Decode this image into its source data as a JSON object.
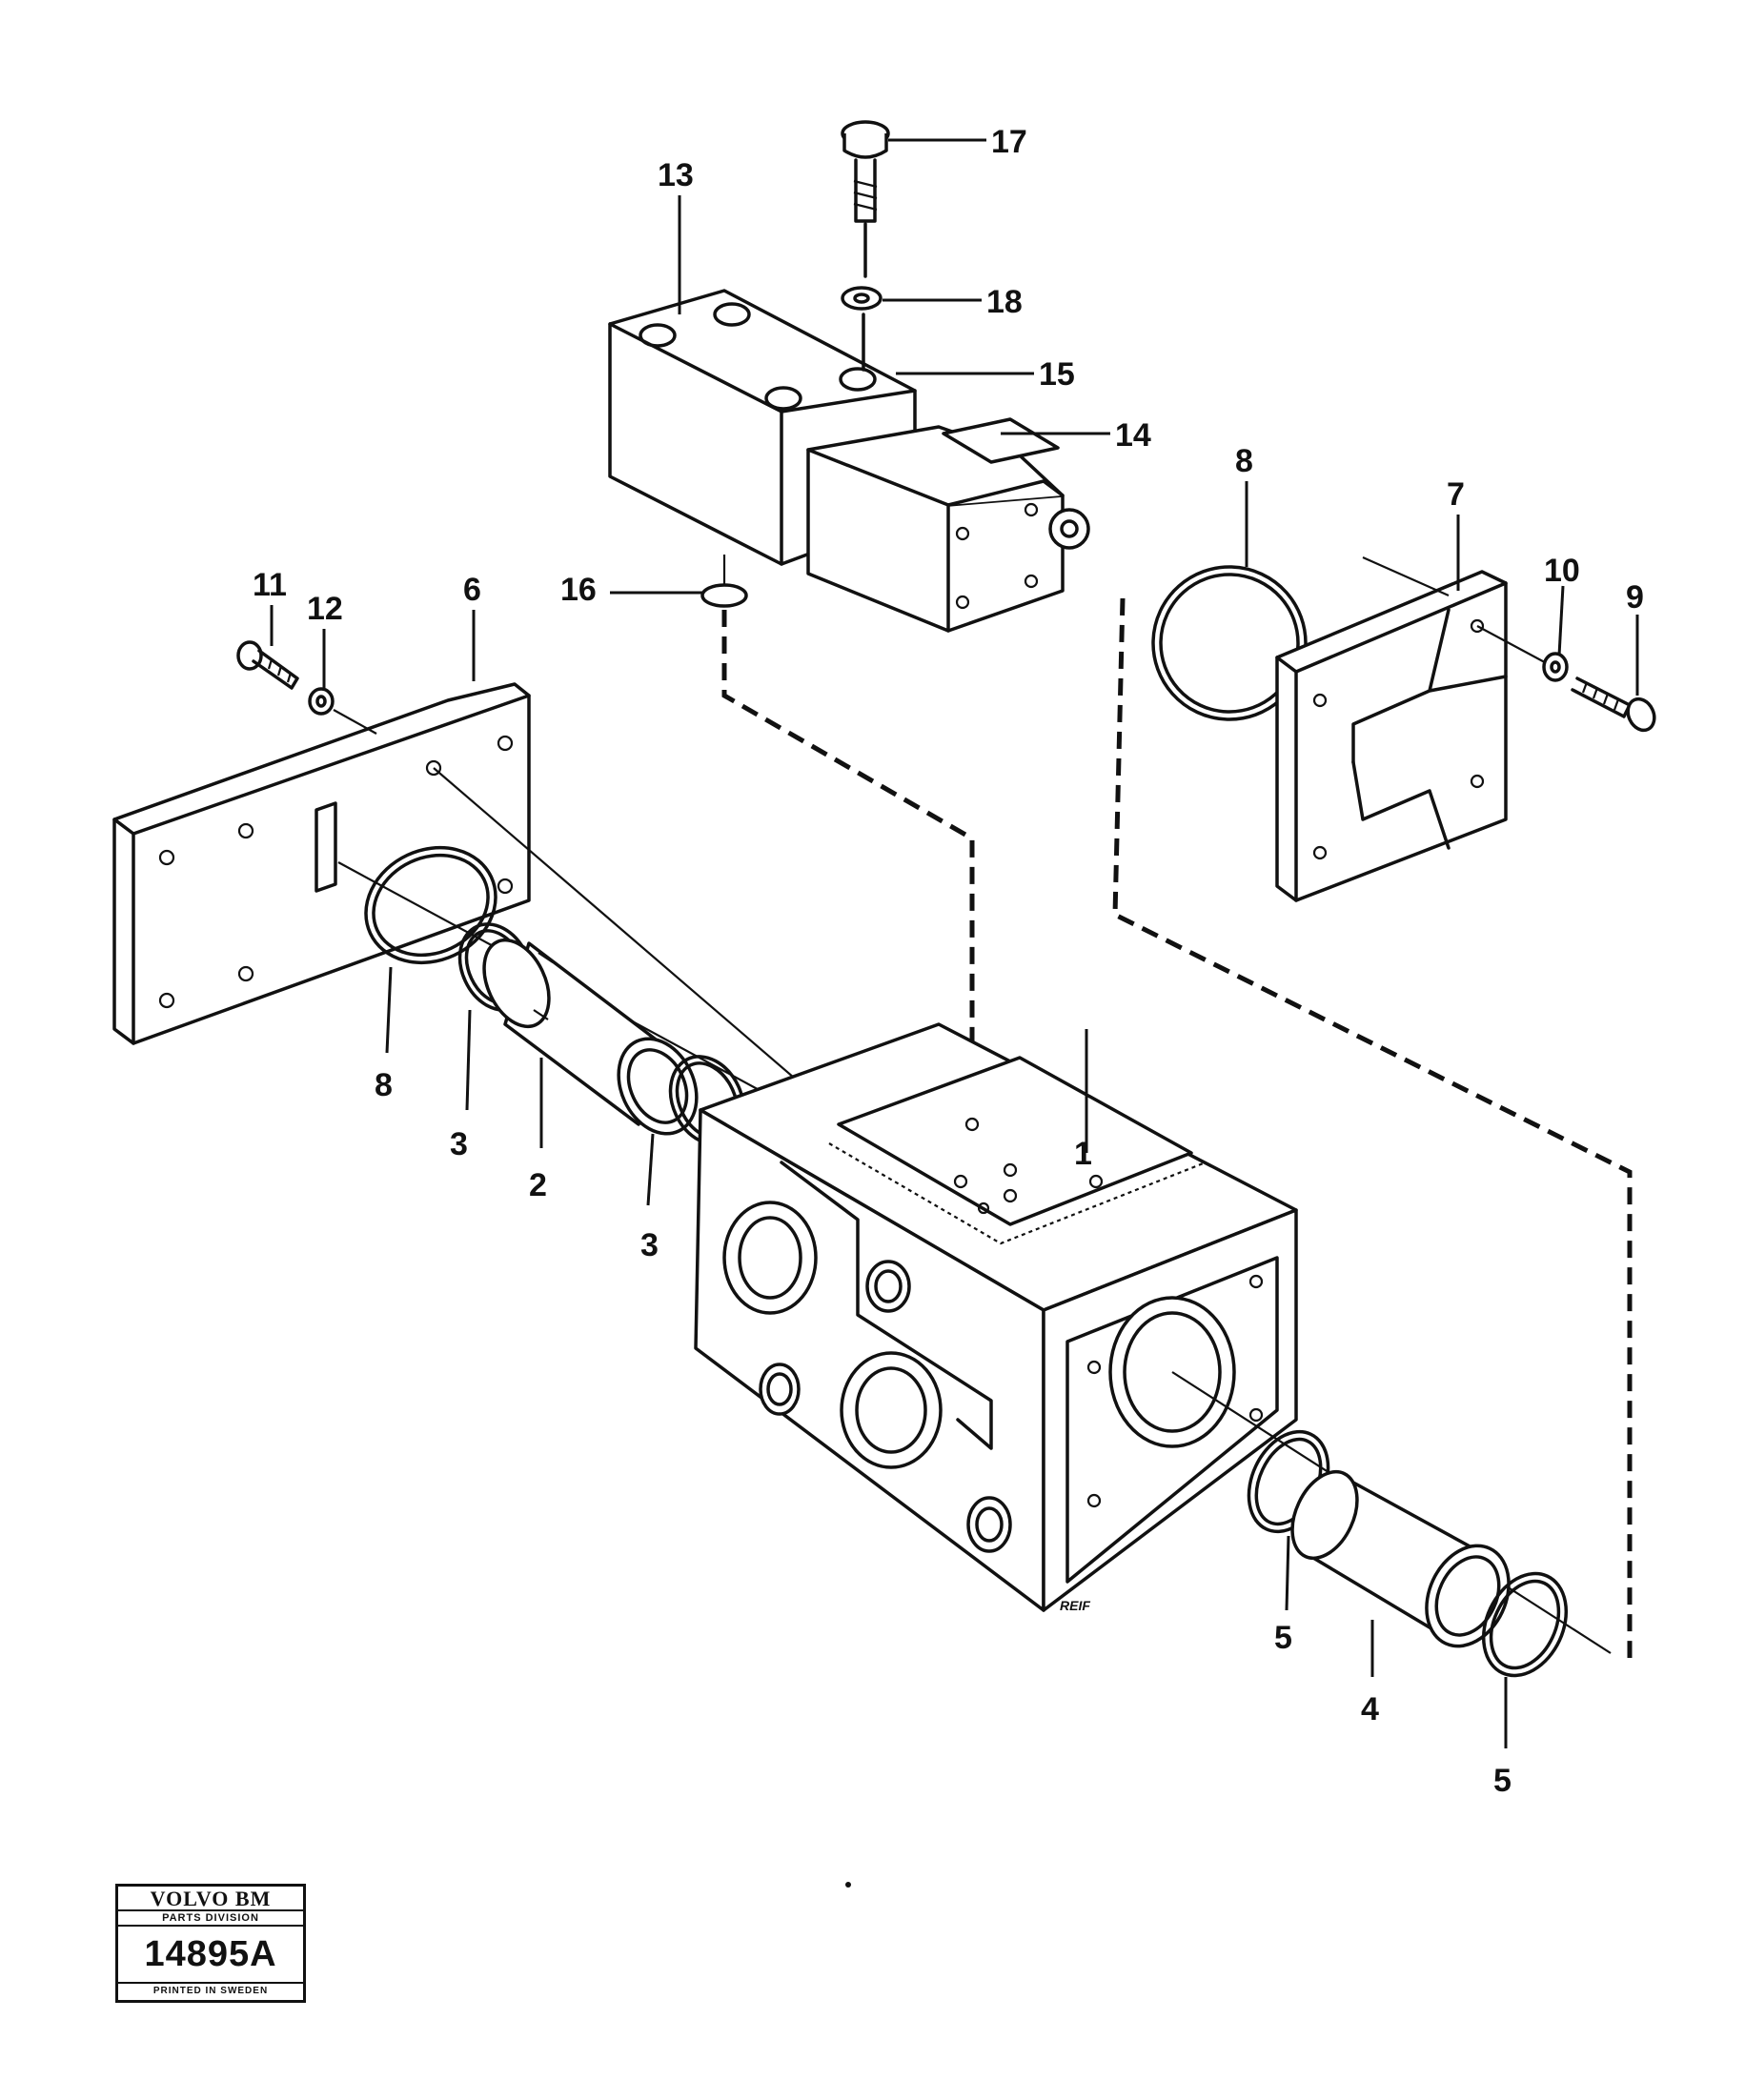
{
  "figure": {
    "callouts": [
      "1",
      "2",
      "3",
      "3",
      "4",
      "5",
      "5",
      "6",
      "7",
      "8",
      "8",
      "9",
      "10",
      "11",
      "12",
      "13",
      "14",
      "15",
      "16",
      "17",
      "18"
    ],
    "signature": "REIF"
  },
  "stamp": {
    "brand": "VOLVO BM",
    "division": "PARTS DIVISION",
    "code": "14895A",
    "printed": "PRINTED IN SWEDEN"
  }
}
